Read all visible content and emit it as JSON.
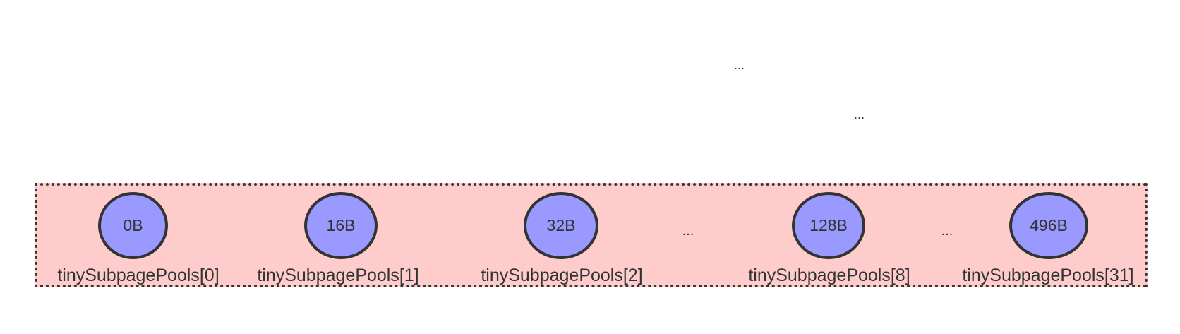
{
  "top_ellipses": [
    "...",
    "..."
  ],
  "pools": [
    {
      "size": "0B",
      "label": "tinySubpagePools[0]"
    },
    {
      "size": "16B",
      "label": "tinySubpagePools[1]"
    },
    {
      "size": "32B",
      "label": "tinySubpagePools[2]"
    },
    {
      "size": "128B",
      "label": "tinySubpagePools[8]"
    },
    {
      "size": "496B",
      "label": "tinySubpagePools[31]"
    }
  ],
  "gap_ellipses": [
    "...",
    "..."
  ],
  "colors": {
    "container_fill": "#ffcccc",
    "node_fill": "#9999ff",
    "stroke": "#333333"
  }
}
